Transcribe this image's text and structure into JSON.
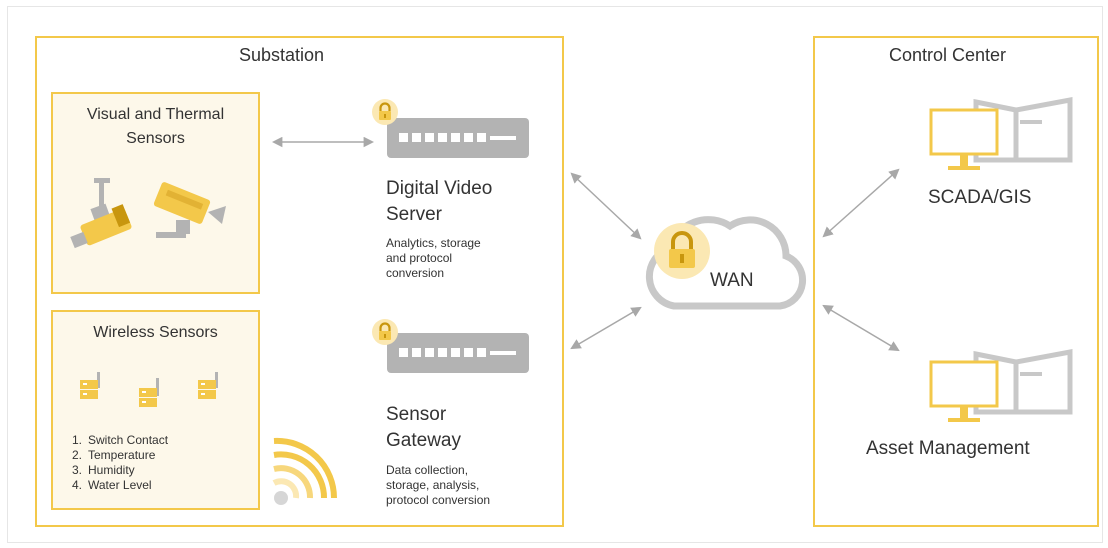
{
  "substation": {
    "title": "Substation",
    "visual_sensors": {
      "title_line1": "Visual and Thermal",
      "title_line2": "Sensors"
    },
    "wireless_sensors": {
      "title": "Wireless Sensors",
      "list": [
        {
          "num": "1.",
          "label": "Switch Contact"
        },
        {
          "num": "2.",
          "label": "Temperature"
        },
        {
          "num": "3.",
          "label": "Humidity"
        },
        {
          "num": "4.",
          "label": "Water Level"
        }
      ]
    },
    "video_server": {
      "title_line1": "Digital Video",
      "title_line2": "Server",
      "desc": [
        "Analytics, storage",
        "and protocol",
        "conversion"
      ]
    },
    "sensor_gateway": {
      "title_line1": "Sensor",
      "title_line2": "Gateway",
      "desc": [
        "Data collection,",
        "storage, analysis,",
        "protocol conversion"
      ]
    }
  },
  "wan": {
    "label": "WAN"
  },
  "control_center": {
    "title": "Control Center",
    "scada": {
      "label": "SCADA/GIS"
    },
    "asset": {
      "label": "Asset Management"
    }
  },
  "colors": {
    "accent": "#f3c84a",
    "accent_dark": "#c8960e",
    "panel_fill": "#fdf8ea",
    "device_gray": "#b3b3b3",
    "cloud_gray": "#c8c8c8"
  }
}
